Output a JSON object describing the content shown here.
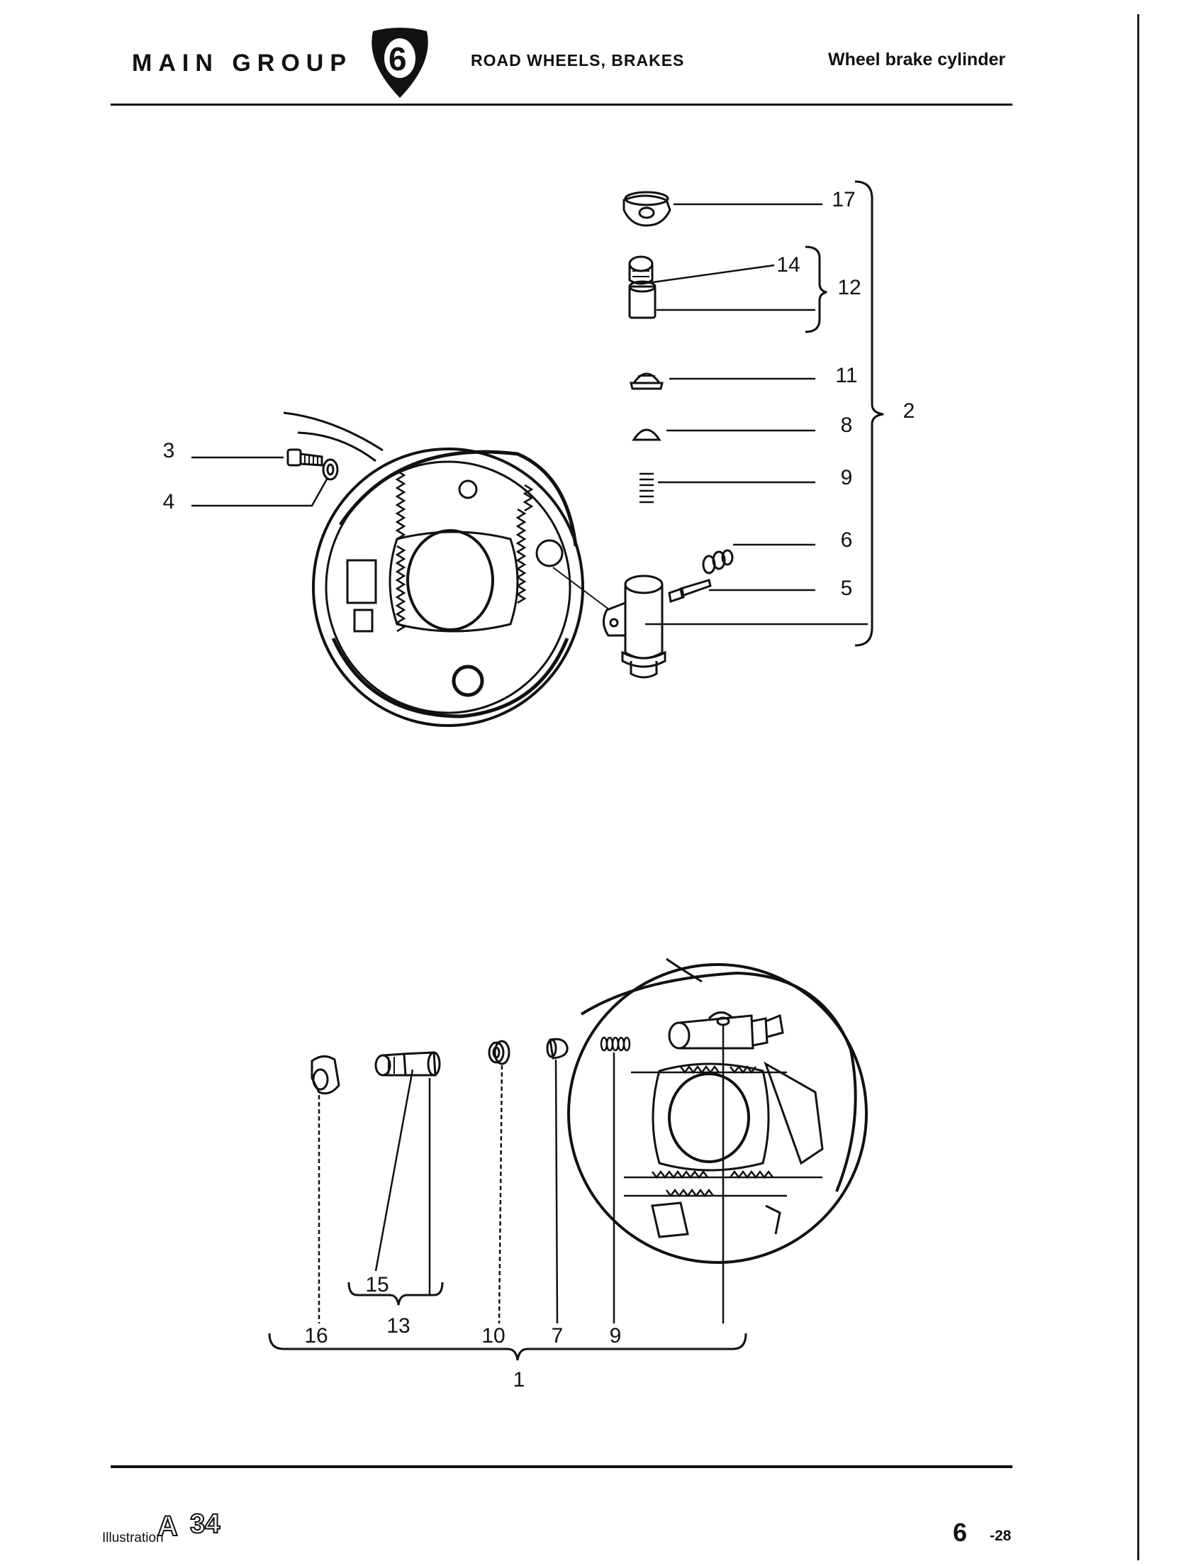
{
  "header": {
    "group_label": "MAIN GROUP",
    "group_number": "6",
    "section_title": "ROAD WHEELS, BRAKES",
    "topic": "Wheel brake cylinder"
  },
  "footer": {
    "illustration_label": "Illustration",
    "illustration_letter": "A",
    "illustration_number": "34",
    "page_number": "6",
    "page_sub": "-28"
  },
  "callouts_top": [
    "17",
    "14",
    "12",
    "11",
    "2",
    "8",
    "3",
    "9",
    "4",
    "6",
    "5"
  ],
  "callouts_bottom": [
    "16",
    "15",
    "13",
    "10",
    "7",
    "9",
    "1"
  ],
  "colors": {
    "ink": "#111111",
    "paper": "#ffffff"
  }
}
